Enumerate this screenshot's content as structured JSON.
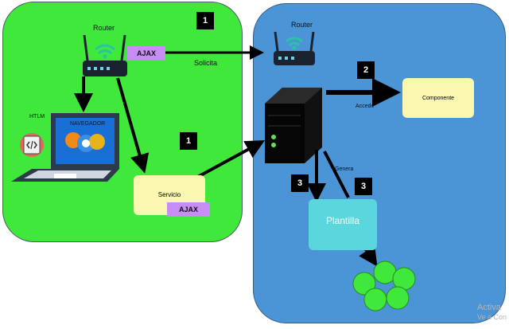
{
  "labels": {
    "router_left": "Router",
    "router_right": "Router",
    "ajax_top": "AJAX",
    "solicita": "Solicita",
    "accede": "Accede",
    "componente": "Componente",
    "htlm": "HTLM",
    "navegador": "NAVEGADOR",
    "servicio": "Servicio",
    "ajax_bottom": "AJAX",
    "genera": "Genera",
    "plantilla": "Plantilla"
  },
  "steps": {
    "s1_top": "1",
    "s2": "2",
    "s1_mid": "1",
    "s3_left": "3",
    "s3_right": "3"
  },
  "watermark": {
    "line1": "Activa",
    "line2": "Ve a Con"
  },
  "colors": {
    "left_panel": "#3fe83a",
    "right_panel": "#4b94d6",
    "servicio_box": "#faf8b0",
    "componente_box": "#faf8b0",
    "plantilla_box": "#5ad6dc",
    "ajax_tag": "#c68df5",
    "circles": "#3fe83a"
  },
  "icons": {
    "router": "wifi-router-icon",
    "server": "server-tower-icon",
    "laptop": "laptop-icon",
    "html": "html-code-icon",
    "circles": "component-cluster"
  }
}
